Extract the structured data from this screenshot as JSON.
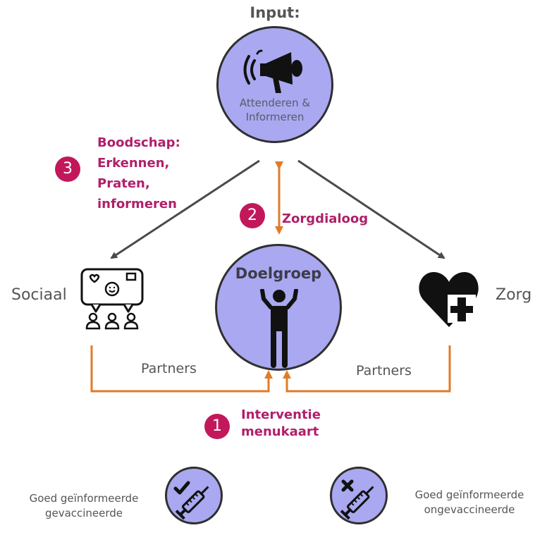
{
  "input": {
    "title": "Input:",
    "label_line1": "Attenderen &",
    "label_line2": "Informeren",
    "icon": "megaphone-icon"
  },
  "boodschap": {
    "number": "3",
    "lines": [
      "Boodschap:",
      "Erkennen,",
      "Praten,",
      "informeren"
    ]
  },
  "zorgdialoog": {
    "number": "2",
    "label": "Zorgdialoog"
  },
  "doelgroep": {
    "label": "Doelgroep",
    "icon": "person-icon"
  },
  "sociaal": {
    "label": "Sociaal",
    "icon": "social-group-icon"
  },
  "zorg": {
    "label": "Zorg",
    "icon": "heart-plus-icon"
  },
  "partners": {
    "left": "Partners",
    "right": "Partners"
  },
  "interventie": {
    "number": "1",
    "line1": "Interventie",
    "line2": "menukaart"
  },
  "outcomes": {
    "vaccinated_line1": "Goed geïnformeerde",
    "vaccinated_line2": "gevaccineerde",
    "unvaccinated_line1": "Goed geïnformeerde",
    "unvaccinated_line2": "ongevaccineerde"
  },
  "colors": {
    "circle_fill": "#a9a8f0",
    "accent_magenta": "#c2185b",
    "text_magenta": "#b01f6a",
    "arrow_orange": "#e07b2a",
    "arrow_gray": "#4a4a4a"
  }
}
